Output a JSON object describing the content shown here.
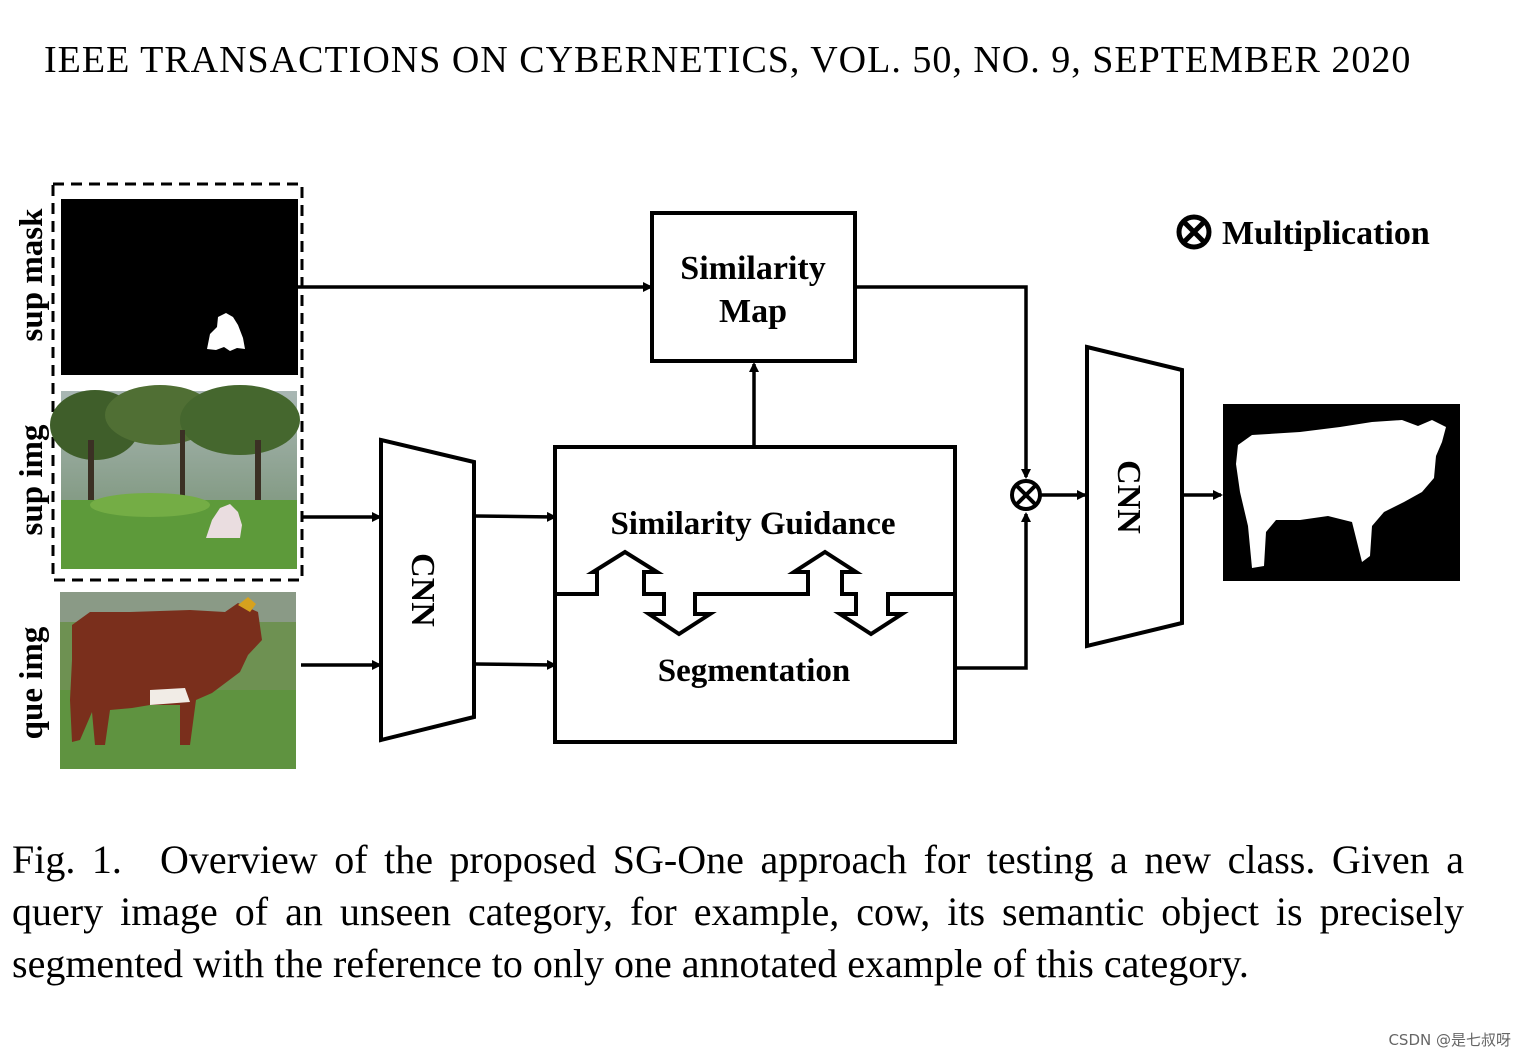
{
  "header": {
    "journal": "IEEE TRANSACTIONS ON CYBERNETICS, VOL. 50, NO. 9, SEPTEMBER 2020"
  },
  "figure": {
    "input_labels": {
      "sup_mask": "sup mask",
      "sup_img": "sup img",
      "que_img": "que img"
    },
    "cnn_left": "CNN",
    "cnn_right": "CNN",
    "similarity_map": {
      "line1": "Similarity",
      "line2": "Map"
    },
    "similarity_guidance": "Similarity Guidance",
    "segmentation": "Segmentation",
    "legend": {
      "symbol": "⊗",
      "label": "Multiplication"
    }
  },
  "caption": {
    "label": "Fig. 1.",
    "text": "Overview of the proposed SG-One approach for testing a new class. Given a query image of an unseen category, for example, cow, its semantic object is precisely segmented with the reference to only one annotated example of this category."
  },
  "watermark": "CSDN @是七叔呀",
  "colors": {
    "ink": "#000000",
    "grass": "#4f8a32",
    "cow": "#7a2f1c"
  }
}
